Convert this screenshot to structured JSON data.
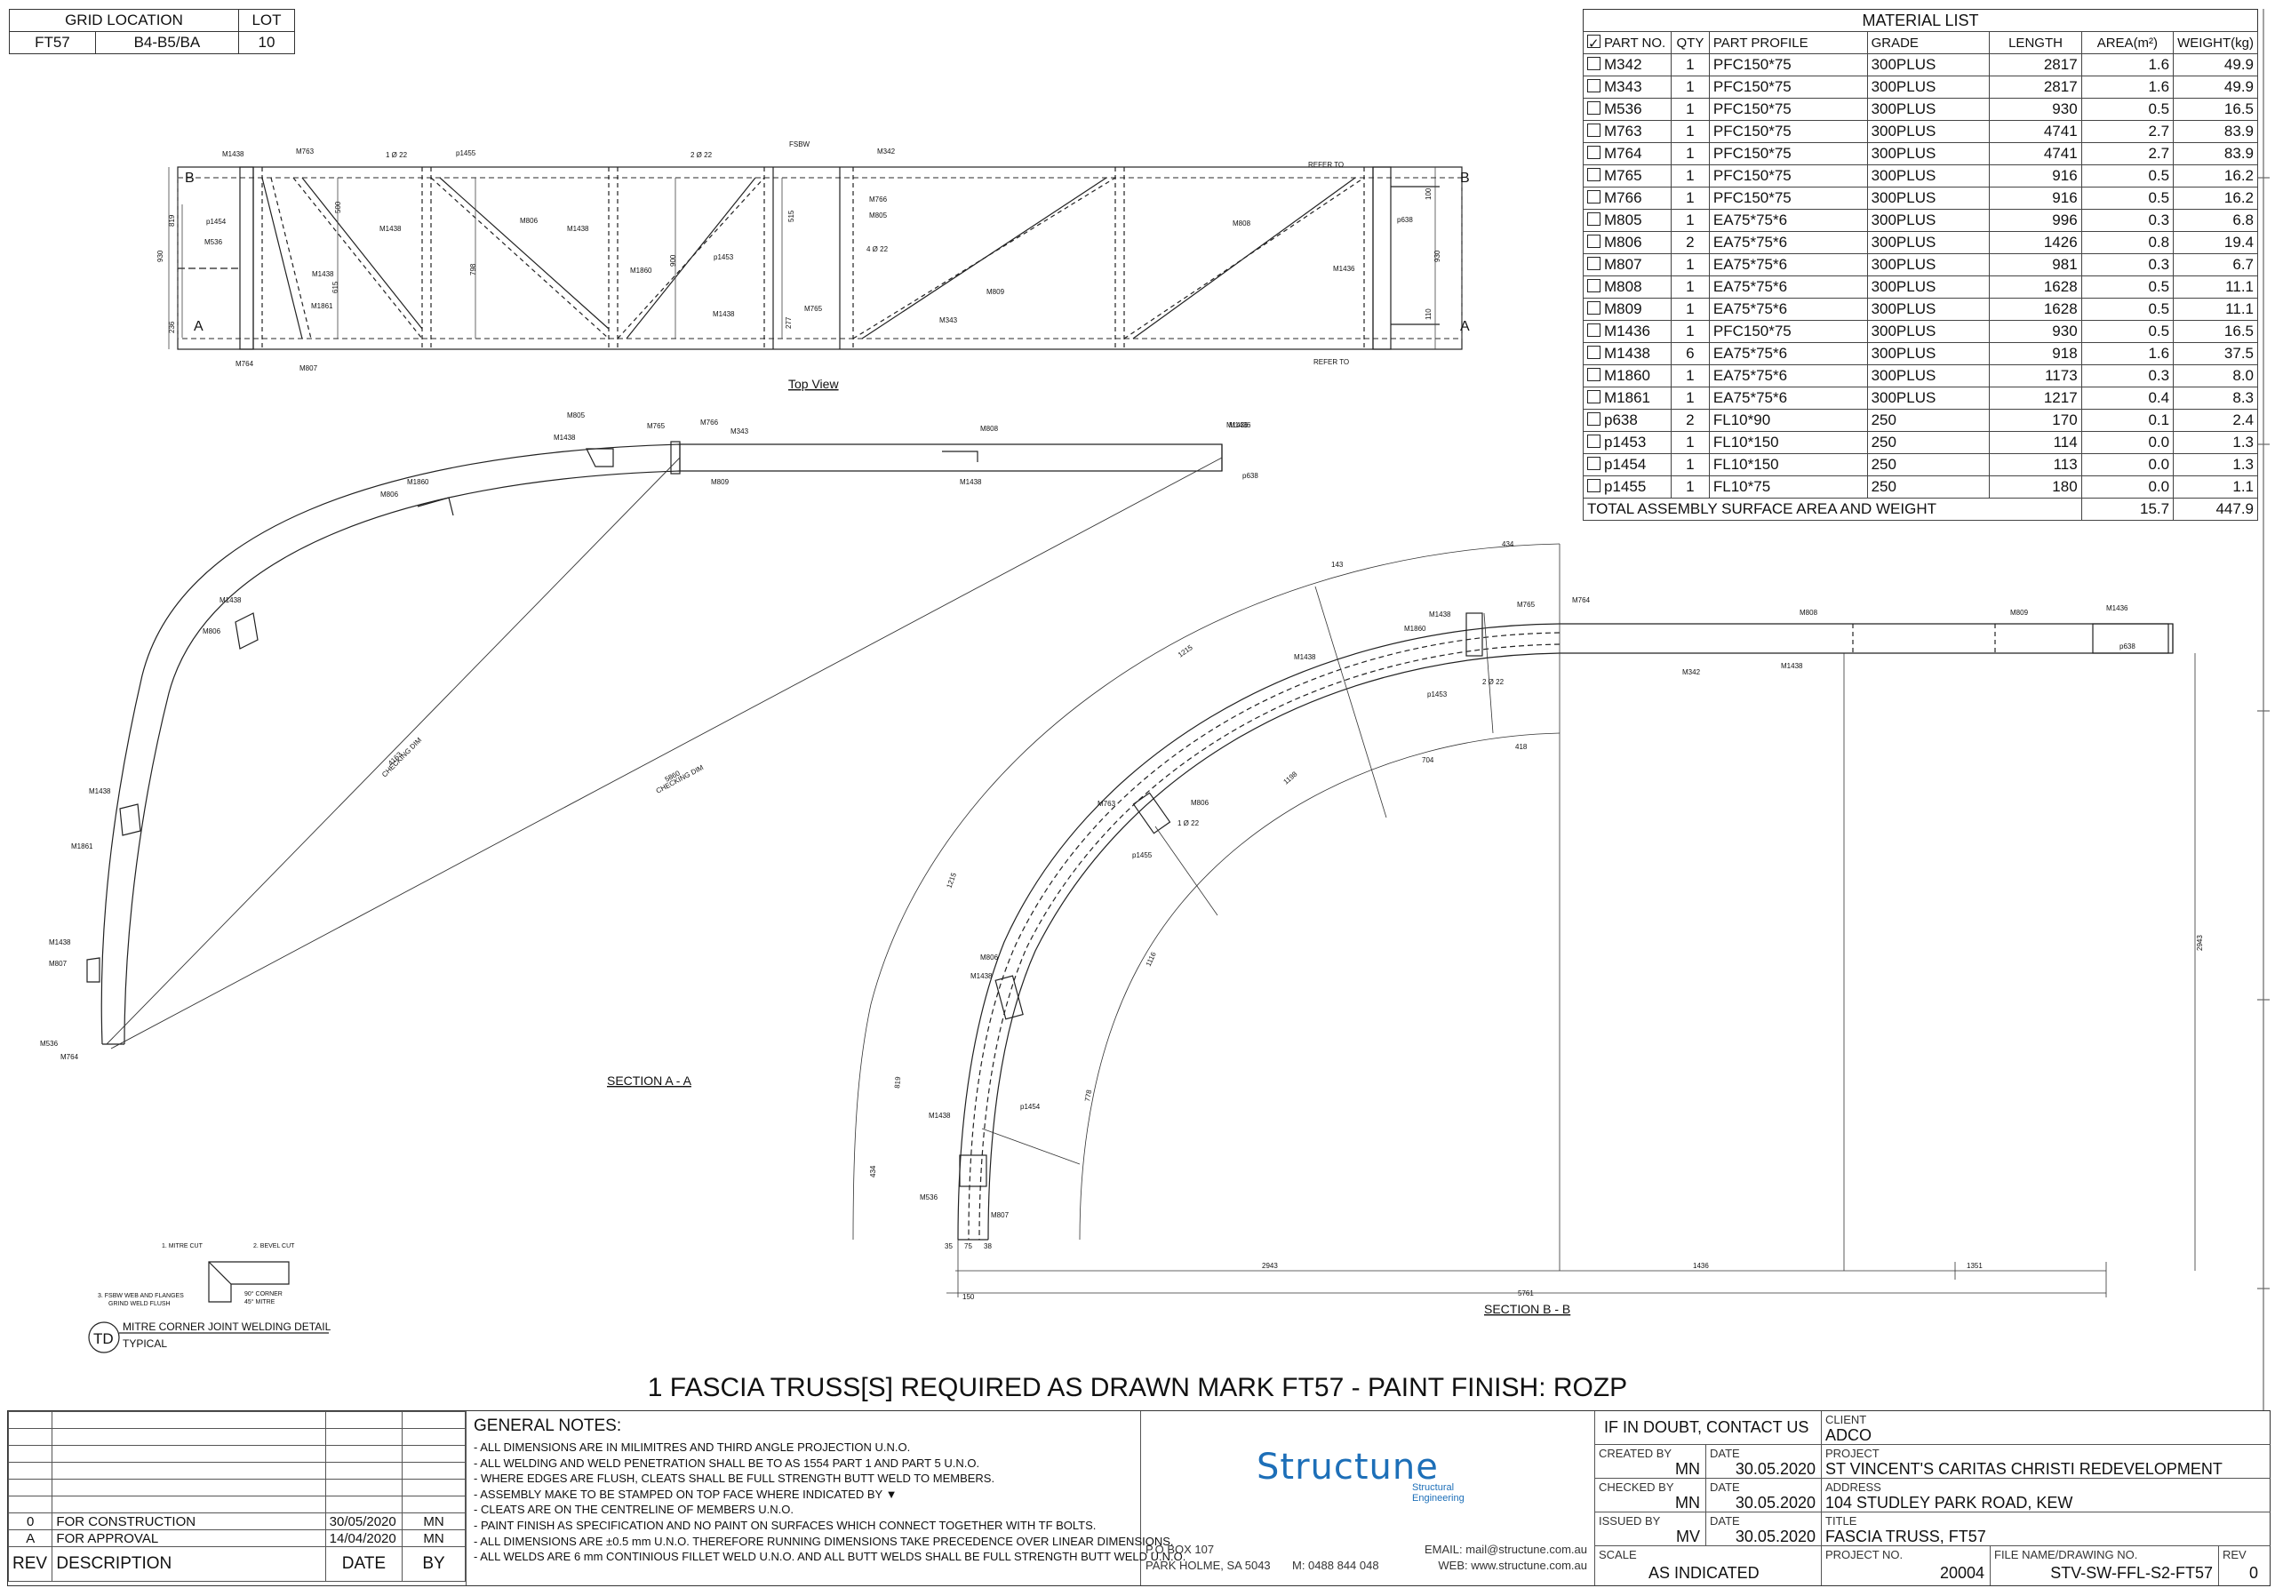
{
  "grid_location": {
    "headers": [
      "GRID LOCATION",
      "LOT"
    ],
    "values": [
      "FT57",
      "B4-B5/BA",
      "10"
    ]
  },
  "material_list": {
    "title": "MATERIAL LIST",
    "columns": [
      "PART NO.",
      "QTY",
      "PART PROFILE",
      "GRADE",
      "LENGTH",
      "AREA(m²)",
      "WEIGHT(kg)"
    ],
    "rows": [
      [
        "M342",
        "1",
        "PFC150*75",
        "300PLUS",
        "2817",
        "1.6",
        "49.9"
      ],
      [
        "M343",
        "1",
        "PFC150*75",
        "300PLUS",
        "2817",
        "1.6",
        "49.9"
      ],
      [
        "M536",
        "1",
        "PFC150*75",
        "300PLUS",
        "930",
        "0.5",
        "16.5"
      ],
      [
        "M763",
        "1",
        "PFC150*75",
        "300PLUS",
        "4741",
        "2.7",
        "83.9"
      ],
      [
        "M764",
        "1",
        "PFC150*75",
        "300PLUS",
        "4741",
        "2.7",
        "83.9"
      ],
      [
        "M765",
        "1",
        "PFC150*75",
        "300PLUS",
        "916",
        "0.5",
        "16.2"
      ],
      [
        "M766",
        "1",
        "PFC150*75",
        "300PLUS",
        "916",
        "0.5",
        "16.2"
      ],
      [
        "M805",
        "1",
        "EA75*75*6",
        "300PLUS",
        "996",
        "0.3",
        "6.8"
      ],
      [
        "M806",
        "2",
        "EA75*75*6",
        "300PLUS",
        "1426",
        "0.8",
        "19.4"
      ],
      [
        "M807",
        "1",
        "EA75*75*6",
        "300PLUS",
        "981",
        "0.3",
        "6.7"
      ],
      [
        "M808",
        "1",
        "EA75*75*6",
        "300PLUS",
        "1628",
        "0.5",
        "11.1"
      ],
      [
        "M809",
        "1",
        "EA75*75*6",
        "300PLUS",
        "1628",
        "0.5",
        "11.1"
      ],
      [
        "M1436",
        "1",
        "PFC150*75",
        "300PLUS",
        "930",
        "0.5",
        "16.5"
      ],
      [
        "M1438",
        "6",
        "EA75*75*6",
        "300PLUS",
        "918",
        "1.6",
        "37.5"
      ],
      [
        "M1860",
        "1",
        "EA75*75*6",
        "300PLUS",
        "1173",
        "0.3",
        "8.0"
      ],
      [
        "M1861",
        "1",
        "EA75*75*6",
        "300PLUS",
        "1217",
        "0.4",
        "8.3"
      ],
      [
        "p638",
        "2",
        "FL10*90",
        "250",
        "170",
        "0.1",
        "2.4"
      ],
      [
        "p1453",
        "1",
        "FL10*150",
        "250",
        "114",
        "0.0",
        "1.3"
      ],
      [
        "p1454",
        "1",
        "FL10*150",
        "250",
        "113",
        "0.0",
        "1.3"
      ],
      [
        "p1455",
        "1",
        "FL10*75",
        "250",
        "180",
        "0.0",
        "1.1"
      ]
    ],
    "total_label": "TOTAL ASSEMBLY SURFACE AREA AND WEIGHT",
    "total_area": "15.7",
    "total_weight": "447.9"
  },
  "views": {
    "top_view": "Top View",
    "section_aa": "SECTION  A - A",
    "section_bb": "SECTION  B - B",
    "marker_a": "A",
    "marker_b": "B",
    "detail_tag": "TD",
    "detail_title": "MITRE CORNER JOINT WELDING DETAIL",
    "detail_sub": "TYPICAL",
    "detail_notes": [
      "1. MITRE CUT",
      "2. BEVEL CUT",
      "3. FSBW WEB AND FLANGES",
      "GRIND WELD FLUSH",
      "90° CORNER",
      "45° MITRE"
    ],
    "top_labels": [
      "M1438",
      "M763",
      "1 Ø 22",
      "p1455",
      "2 Ø 22",
      "M342",
      "FSBW",
      "M766",
      "M805",
      "4 Ø 22",
      "M1438",
      "M806",
      "M1438",
      "M1438",
      "M1860",
      "p1453",
      "M1438",
      "M808",
      "M809",
      "M343",
      "M765",
      "M536",
      "M1861",
      "M764",
      "M807",
      "M1436",
      "p638",
      "REFER TO",
      "REFER TO",
      "p1454"
    ],
    "section_aa_labels": [
      "M805",
      "M1438",
      "M765",
      "M766",
      "M343",
      "M808",
      "M1436",
      "M1438",
      "M1860",
      "M806",
      "M809",
      "M1436",
      "M1438",
      "M806",
      "M1438",
      "M1861",
      "M1438",
      "M807",
      "M536",
      "M764",
      "p638"
    ],
    "section_bb_labels": [
      "M1438",
      "M1860",
      "M765",
      "M764",
      "p1453",
      "2 Ø 22",
      "M342",
      "M808",
      "M1438",
      "M809",
      "M1436",
      "p638",
      "M1438",
      "M763",
      "M806",
      "1 Ø 22",
      "p1455",
      "M806",
      "M1438",
      "M1438",
      "p1454",
      "M536",
      "M807"
    ],
    "dims_top": [
      "819",
      "930",
      "236",
      "798",
      "515",
      "900",
      "277",
      "930",
      "500",
      "615",
      "100",
      "110"
    ],
    "dims_bb": [
      "434",
      "143",
      "1215",
      "704",
      "418",
      "1198",
      "1116",
      "1215",
      "778",
      "819",
      "434",
      "2943",
      "2943",
      "1436",
      "1351",
      "150",
      "5761",
      "35",
      "75",
      "38"
    ],
    "checking_dims": [
      "4163",
      "CHECKING DIM",
      "5860",
      "CHECKING DIM"
    ]
  },
  "requirement": "1  FASCIA TRUSS[S] REQUIRED AS DRAWN MARK  FT57 - PAINT FINISH: ROZP",
  "title_block": {
    "revisions": [
      {
        "rev": "0",
        "desc": "FOR CONSTRUCTION",
        "date": "30/05/2020",
        "by": "MN"
      },
      {
        "rev": "A",
        "desc": "FOR APPROVAL",
        "date": "14/04/2020",
        "by": "MN"
      }
    ],
    "rev_headers": [
      "REV",
      "DESCRIPTION",
      "DATE",
      "BY"
    ],
    "general_notes_title": "GENERAL NOTES:",
    "general_notes": [
      "- ALL DIMENSIONS ARE IN MILIMITRES AND THIRD ANGLE PROJECTION U.N.O.",
      "- ALL WELDING AND WELD PENETRATION SHALL BE TO AS 1554 PART 1 AND PART 5 U.N.O.",
      "- WHERE EDGES ARE FLUSH, CLEATS SHALL BE FULL STRENGTH BUTT WELD TO MEMBERS.",
      "- ASSEMBLY MAKE TO BE STAMPED ON TOP FACE WHERE INDICATED BY",
      "- CLEATS ARE ON THE CENTRELINE OF MEMBERS U.N.O.",
      "- PAINT FINISH AS SPECIFICATION AND NO PAINT ON SURFACES WHICH CONNECT TOGETHER WITH TF BOLTS.",
      "- ALL DIMENSIONS ARE ±0.5 mm U.N.O. THEREFORE RUNNING DIMENSIONS TAKE PRECEDENCE OVER LINEAR DIMENSIONS.",
      "- ALL WELDS ARE 6 mm CONTINIOUS FILLET WELD U.N.O. AND ALL BUTT WELDS SHALL BE FULL STRENGTH BUTT WELD U.N.O."
    ],
    "logo_text": "Structune",
    "logo_sub": [
      "Structural",
      "Engineering"
    ],
    "address_po": "P.O BOX 107",
    "address_town": "PARK HOLME, SA 5043",
    "mobile": "M:  0488 844 048",
    "email": "EMAIL: mail@structune.com.au",
    "web": "WEB: www.structune.com.au",
    "if_in_doubt": "IF IN DOUBT, CONTACT US",
    "client_label": "CLIENT",
    "client": "ADCO",
    "created_by_label": "CREATED BY",
    "created_by": "MN",
    "checked_by_label": "CHECKED BY",
    "checked_by": "MN",
    "issued_by_label": "ISSUED BY",
    "issued_by": "MV",
    "date_label": "DATE",
    "created_date": "30.05.2020",
    "checked_date": "30.05.2020",
    "issued_date": "30.05.2020",
    "project_label": "PROJECT",
    "project": "ST VINCENT'S CARITAS CHRISTI REDEVELOPMENT",
    "address_label": "ADDRESS",
    "address": "104 STUDLEY PARK ROAD, KEW",
    "title_label": "TITLE",
    "title": "FASCIA TRUSS, FT57",
    "scale_label": "SCALE",
    "scale": "AS INDICATED",
    "project_no_label": "PROJECT NO.",
    "project_no": "20004",
    "file_label": "FILE NAME/DRAWING NO.",
    "file": "STV-SW-FFL-S2-FT57",
    "rev_label": "REV",
    "rev": "0"
  }
}
